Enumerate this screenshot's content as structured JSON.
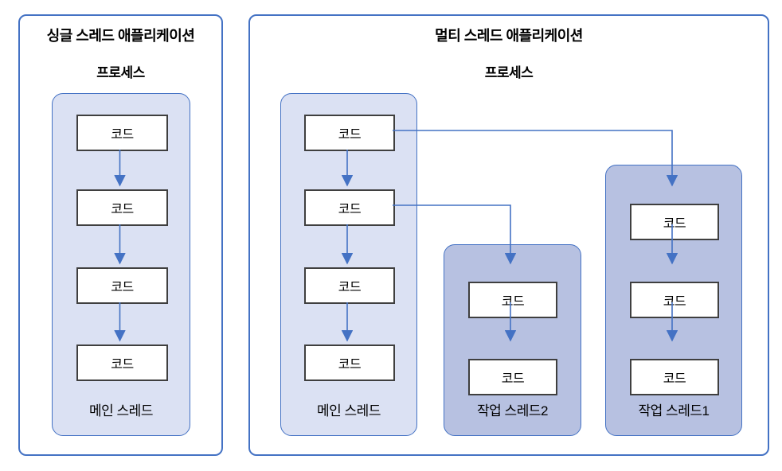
{
  "box_label": "코드",
  "panels": {
    "single": {
      "title": "싱글 스레드 애플리케이션",
      "process_label": "프로세스",
      "threads": [
        {
          "name": "메인 스레드",
          "type": "main",
          "code_boxes": 4
        }
      ]
    },
    "multi": {
      "title": "멀티 스레드 애플리케이션",
      "process_label": "프로세스",
      "threads": [
        {
          "name": "메인 스레드",
          "type": "main",
          "code_boxes": 4
        },
        {
          "name": "작업 스레드2",
          "type": "worker",
          "code_boxes": 2
        },
        {
          "name": "작업 스레드1",
          "type": "worker",
          "code_boxes": 3
        }
      ]
    }
  },
  "connections": [
    {
      "from": "multi main-thread code box 1",
      "to": "multi 작업 스레드1 code box 1"
    },
    {
      "from": "multi main-thread code box 2",
      "to": "multi 작업 스레드2 code box 1"
    }
  ],
  "colors": {
    "accent_blue": "#4472c4",
    "main_thread_fill": "#dbe1f3",
    "worker_thread_fill": "#b7c1e1",
    "code_box_border": "#3f3f3f",
    "background": "#ffffff"
  }
}
